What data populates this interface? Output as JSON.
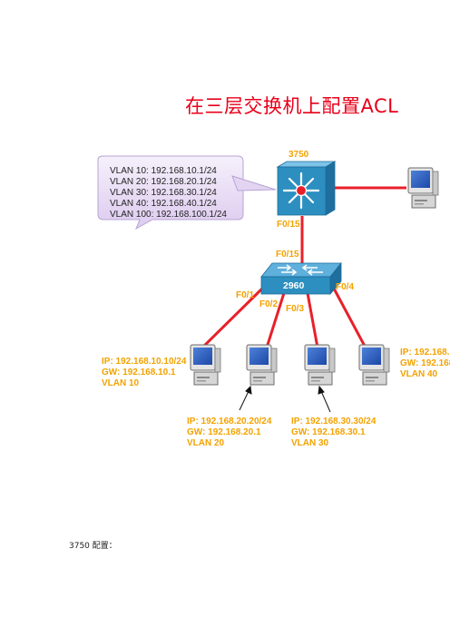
{
  "title": "在三层交换机上配置ACL",
  "vlan_list": [
    "VLAN 10: 192.168.10.1/24",
    "VLAN 20: 192.168.20.1/24",
    "VLAN 30: 192.168.30.1/24",
    "VLAN 40: 192.168.40.1/24",
    "VLAN 100: 192.168.100.1/24"
  ],
  "switch_3750": {
    "name": "3750",
    "port": "F0/15"
  },
  "switch_2960": {
    "name": "2960",
    "uplink_port": "F0/15",
    "ports": [
      "F0/1",
      "F0/2",
      "F0/3",
      "F0/4"
    ]
  },
  "hosts": [
    {
      "ip": "IP: 192.168.10.10/24",
      "gw": "GW: 192.168.10.1",
      "vlan": "VLAN 10"
    },
    {
      "ip": "IP: 192.168.20.20/24",
      "gw": "GW: 192.168.20.1",
      "vlan": "VLAN 20"
    },
    {
      "ip": "IP: 192.168.30.30/24",
      "gw": "GW: 192.168.30.1",
      "vlan": "VLAN 30"
    },
    {
      "ip": "IP: 192.168.",
      "gw": "GW: 192.168",
      "vlan": "VLAN 40"
    }
  ],
  "caption": "3750 配置：",
  "colors": {
    "title": "#e8001a",
    "link": "#e8202a",
    "label": "#f3a200",
    "switch": "#2c8fc0",
    "bubble": "#e9dcf4"
  }
}
